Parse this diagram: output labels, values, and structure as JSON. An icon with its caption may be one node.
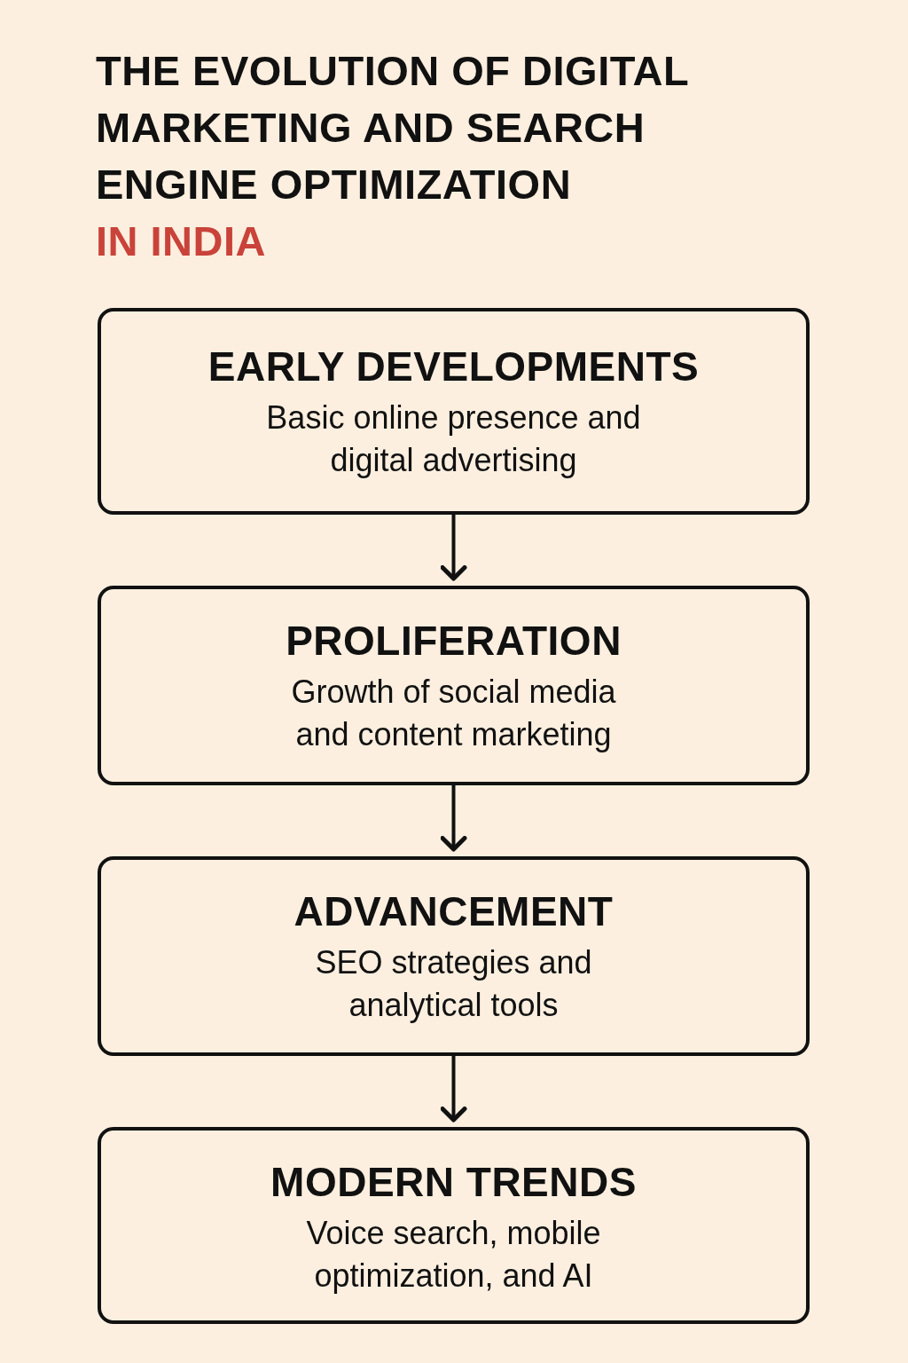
{
  "diagram": {
    "title": "THE EVOLUTION OF DIGITAL MARKETING AND SEARCH ENGINE OPTIMIZATION",
    "nodes": [
      {
        "text": [
          "EARLY DEVELOPMENTS",
          "Basic online presence and digital advertising"
        ]
      },
      {
        "text": [
          "PROLIFERATION",
          "Growth of social media and content marketing"
        ]
      },
      {
        "text": [
          "ADVANCEMENT",
          "SEO strategies and analytical tools"
        ]
      },
      {
        "text": [
          "MODERN TRENDS",
          "Voice search, mobile optimization, and AI"
        ]
      }
    ],
    "edges": [
      {
        "from": 0,
        "to": 1,
        "arrow": "to"
      },
      {
        "from": 1,
        "to": 2,
        "arrow": "to"
      },
      {
        "from": 2,
        "to": 3,
        "arrow": "to"
      }
    ],
    "labels": [
      "IN INDIA"
    ]
  }
}
